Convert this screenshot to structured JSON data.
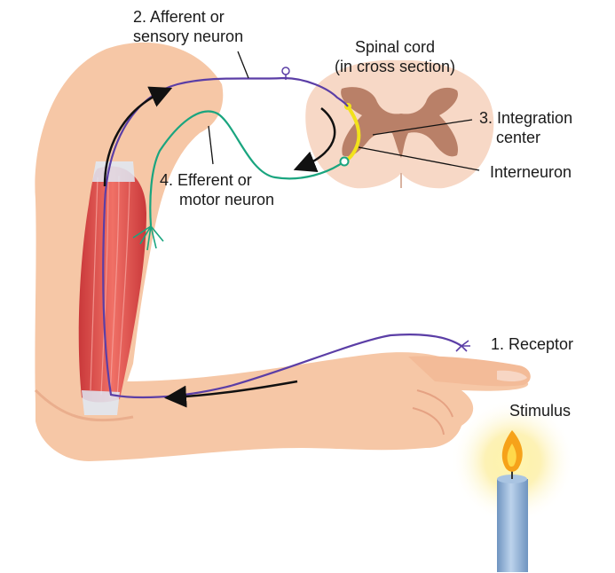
{
  "labels": {
    "afferent_line1": "2. Afferent or",
    "afferent_line2": "sensory neuron",
    "spinal_line1": "Spinal cord",
    "spinal_line2": "(in cross section)",
    "integration_line1": "3. Integration",
    "integration_line2": "center",
    "interneuron": "Interneuron",
    "efferent_line1": "4. Efferent or",
    "efferent_line2": "motor neuron",
    "receptor": "1. Receptor",
    "stimulus": "Stimulus"
  },
  "colors": {
    "skin": "#f6c7a6",
    "skin_shadow": "#e9a988",
    "muscle": "#e0534c",
    "spinal_cord": "#f7d8c6",
    "gray_matter": "#b98068",
    "afferent_neuron": "#5b3ea6",
    "efferent_neuron": "#1aa57f",
    "interneuron": "#f2e21b",
    "arrow": "#111111",
    "candle": "#8fb2d8",
    "flame": "#f6a21a"
  }
}
